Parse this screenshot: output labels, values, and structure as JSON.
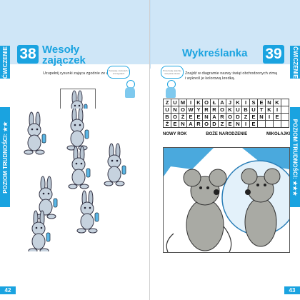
{
  "left": {
    "section": "ĆWICZENIE",
    "difficulty": "POZIOM TRUDNOŚCI: ★★",
    "number": "38",
    "title_line1": "Wesoły",
    "title_line2": "zajączek",
    "instruction": "Uzupełnij rysunki zająca zgodnie ze wzorem.",
    "bubble": "Pamiętaj o kolorach i szczegółach",
    "page": "42"
  },
  "right": {
    "section": "ĆWICZENIE",
    "difficulty": "POZIOM TRUDNOŚCI: ★★★",
    "number": "39",
    "title": "Wykreślanka",
    "bubble": "Przeczytaj uważnie wszystkie słowa",
    "instruction": "Znajdź w diagramie nazwy świąt obchodzonych zimą i wykreśl je kolorową kredką.",
    "grid": [
      "ZUMIKOŁAJKISENK",
      "UNOWYRROKUBUTKI",
      "BOŻEENARODZENIE",
      "ŻENARODZENIE"
    ],
    "words": [
      "NOWY ROK",
      "BOŻE NARODZENIE",
      "MIKOŁAJKI"
    ],
    "page": "43"
  },
  "colors": {
    "accent": "#1aa3e0",
    "band": "#cfe6f7"
  }
}
